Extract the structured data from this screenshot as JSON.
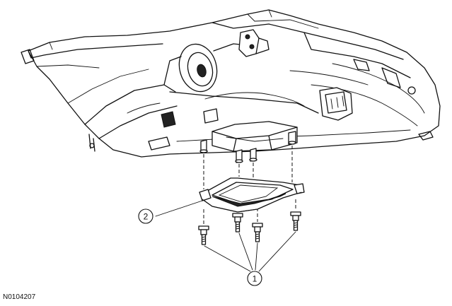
{
  "figure": {
    "id_label": "N0104207",
    "callouts": [
      {
        "number": "1",
        "part": "bolts"
      },
      {
        "number": "2",
        "part": "module"
      }
    ]
  }
}
